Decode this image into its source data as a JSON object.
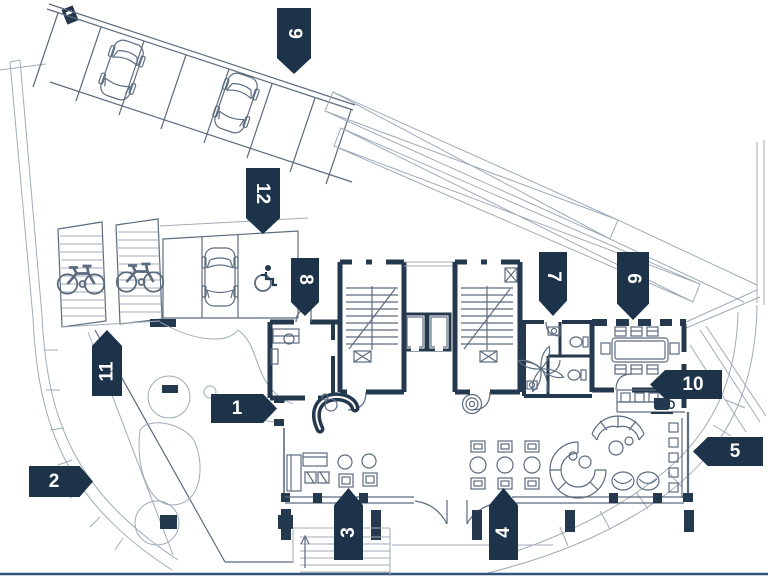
{
  "markers": [
    {
      "label": "1",
      "direction": "right"
    },
    {
      "label": "2",
      "direction": "right"
    },
    {
      "label": "3",
      "direction": "up"
    },
    {
      "label": "4",
      "direction": "up"
    },
    {
      "label": "5",
      "direction": "left"
    },
    {
      "label": "6",
      "direction": "down"
    },
    {
      "label": "7",
      "direction": "down"
    },
    {
      "label": "8",
      "direction": "down"
    },
    {
      "label": "9",
      "direction": "down"
    },
    {
      "label": "10",
      "direction": "left"
    },
    {
      "label": "11",
      "direction": "up"
    },
    {
      "label": "12",
      "direction": "down"
    }
  ],
  "icons": {
    "car-icon": "top-view car outline",
    "bicycle-icon": "bicycle outline",
    "wheelchair-icon": "accessible parking symbol",
    "coffee-cup-icon": "coffee cup on saucer"
  },
  "colors": {
    "flag": "#1d3349",
    "wall": "#24384e",
    "line": "#5c6b7e",
    "faint": "#a0abb8",
    "background": "#ffffff"
  }
}
